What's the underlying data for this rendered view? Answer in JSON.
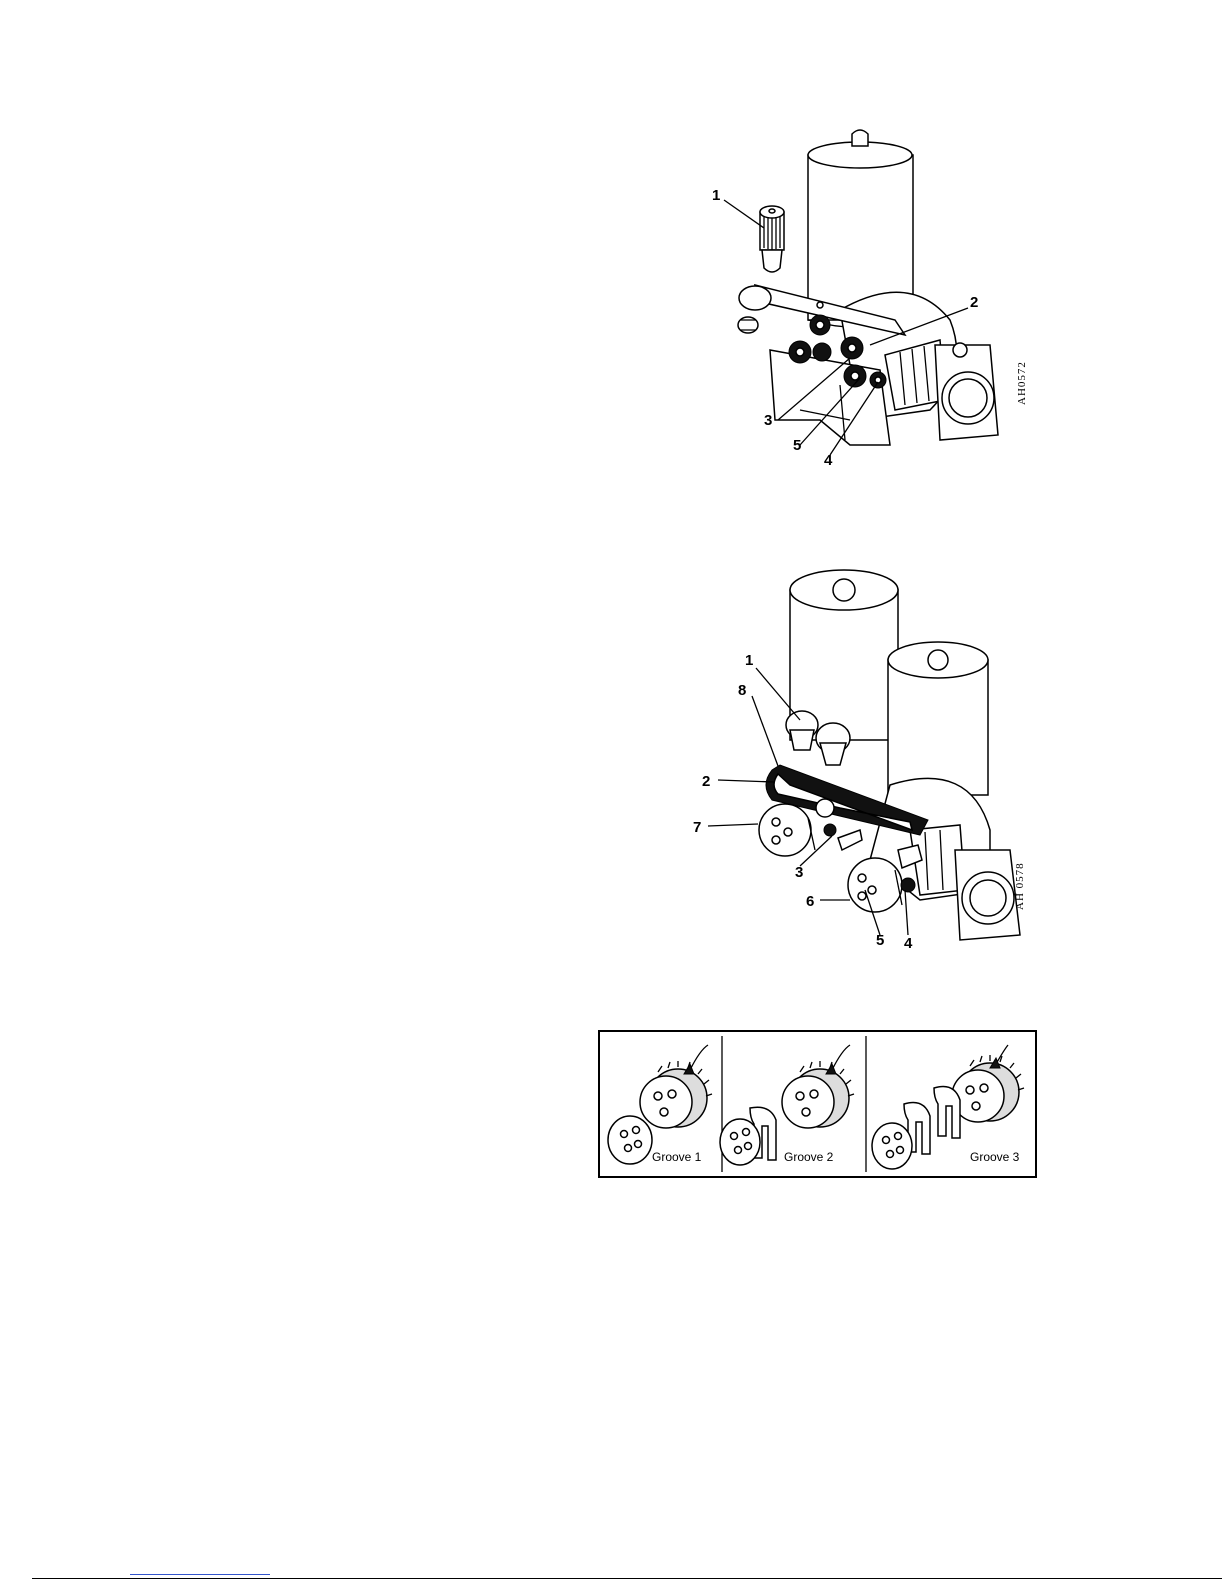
{
  "figure1": {
    "code": "AH0572",
    "callouts": [
      "1",
      "2",
      "3",
      "4",
      "5"
    ]
  },
  "figure2": {
    "code": "AH 0578",
    "callouts": [
      "1",
      "2",
      "3",
      "4",
      "5",
      "6",
      "7",
      "8"
    ]
  },
  "figure3": {
    "panels": [
      "Groove 1",
      "Groove 2",
      "Groove 3"
    ]
  }
}
